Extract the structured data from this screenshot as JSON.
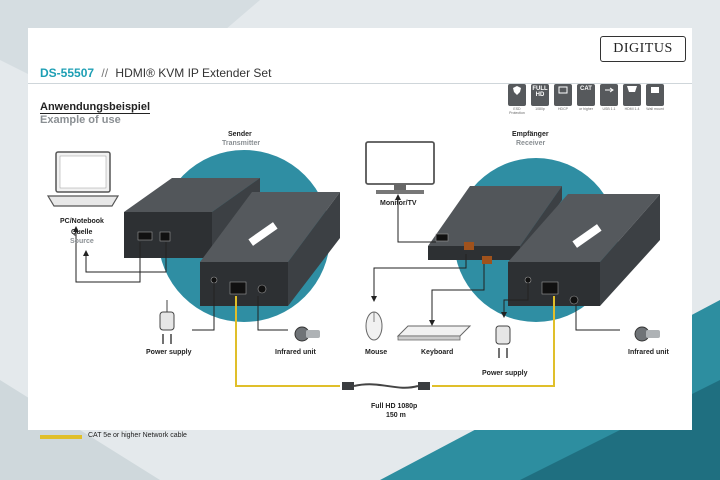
{
  "brand": {
    "logo_text": "DIGITUS"
  },
  "header": {
    "product_code": "DS-55507",
    "separator": "//",
    "product_name": "HDMI® KVM IP Extender Set"
  },
  "section": {
    "heading_de": "Anwendungsbeispiel",
    "heading_en": "Example of use"
  },
  "feature_badges": [
    {
      "icon": "shield-icon",
      "top": "",
      "caption": "ESD Protection"
    },
    {
      "icon": "fullhd-icon",
      "top": "FULL HD",
      "caption": "1080p"
    },
    {
      "icon": "hdcp-icon",
      "top": "",
      "caption": "HDCP"
    },
    {
      "icon": "cat-icon",
      "top": "CAT",
      "caption": "or higher"
    },
    {
      "icon": "usb-icon",
      "top": "",
      "caption": "USB 1.1"
    },
    {
      "icon": "hdmi-icon",
      "top": "",
      "caption": "HDMI 1.4"
    },
    {
      "icon": "wall-mount-icon",
      "top": "",
      "caption": "Wall mount"
    }
  ],
  "devices": {
    "sender_label": "Sender",
    "sender_sub": "Transmitter",
    "receiver_label": "Empfänger",
    "receiver_sub": "Receiver",
    "laptop_label": "PC/Notebook",
    "laptop_sub1": "Quelle",
    "laptop_sub2": "Source",
    "monitor_label": "Monitor/TV",
    "power_left": "Power supply",
    "infrared_left": "Infrared unit",
    "mouse": "Mouse",
    "keyboard": "Keyboard",
    "power_right": "Power supply",
    "infrared_right": "Infrared unit",
    "cable_line1": "Full HD 1080p",
    "cable_line2": "150 m"
  },
  "legend": {
    "text": "CAT 5e or higher Network cable",
    "color": "#e0bf2a"
  },
  "colors": {
    "accent": "#1e9fb4",
    "teal_circle": "#2f8ea3",
    "device": "#3a3d40"
  }
}
